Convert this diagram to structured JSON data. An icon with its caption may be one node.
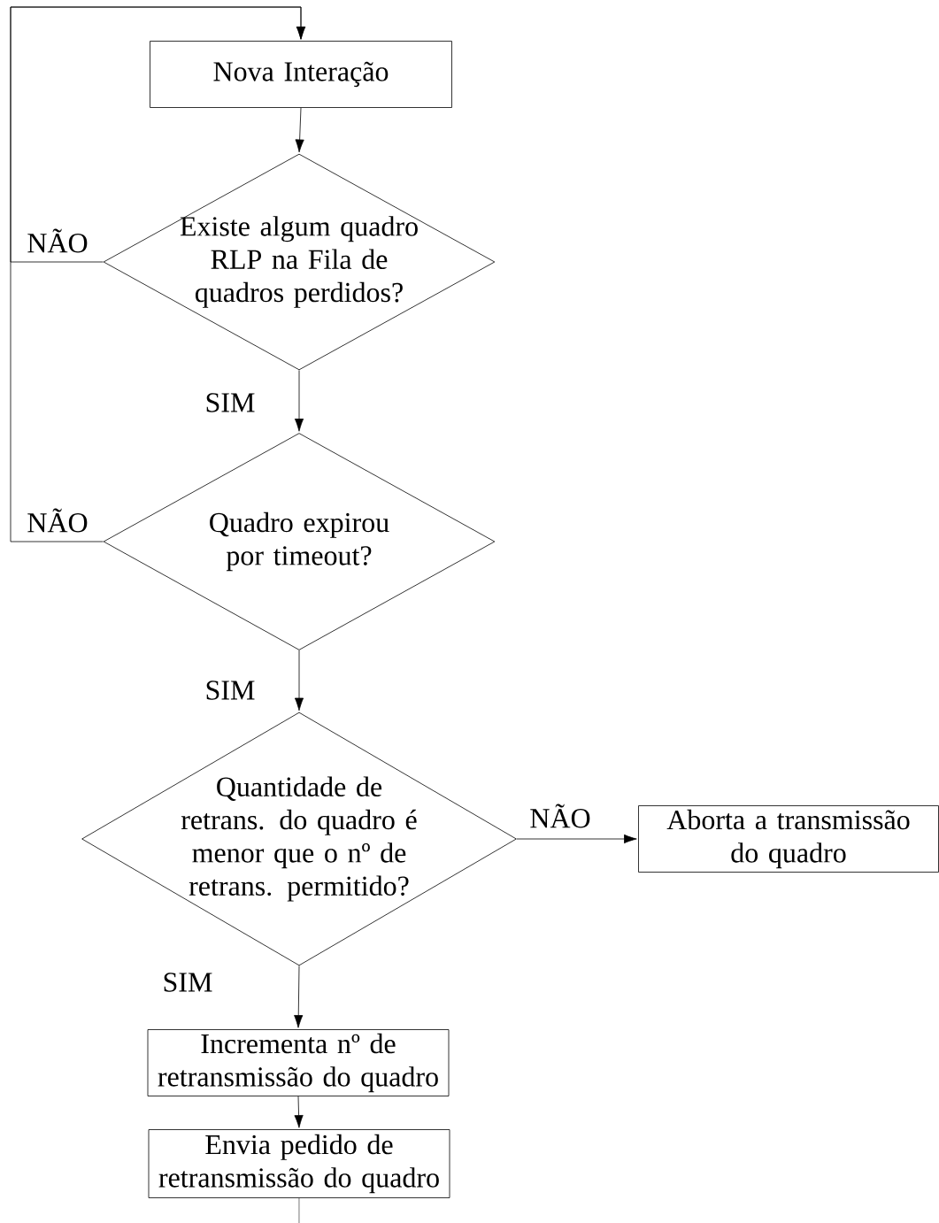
{
  "diagram": {
    "nodes": [
      {
        "text": [
          "Nova Interação"
        ]
      },
      {
        "text": [
          "Existe algum quadro RLP na Fila de quadros perdidos?"
        ]
      },
      {
        "text": [
          "Quadro expirou por timeout?"
        ]
      },
      {
        "text": [
          "Quantidade de retrans. do quadro é menor que o nº de retrans. permitido?"
        ]
      },
      {
        "text": [
          "Aborta a transmissão do quadro"
        ]
      },
      {
        "text": [
          "Incrementa nº de retransmissão do quadro"
        ]
      },
      {
        "text": [
          "Envia pedido de retransmissão do quadro"
        ]
      }
    ],
    "edges": [
      {
        "from": 0,
        "to": 1,
        "arrow": "to"
      },
      {
        "from": 1,
        "to": 2,
        "arrow": "to",
        "label": "SIM"
      },
      {
        "from": 2,
        "to": 3,
        "arrow": "to",
        "label": "SIM"
      },
      {
        "from": 3,
        "to": 4,
        "arrow": "to",
        "label": "NÃO"
      },
      {
        "from": 3,
        "to": 5,
        "arrow": "to",
        "label": "SIM"
      },
      {
        "from": 5,
        "to": 6,
        "arrow": "to"
      },
      {
        "from": 1,
        "to": 0,
        "arrow": "to",
        "label": "NÃO"
      },
      {
        "from": 2,
        "to": 0,
        "arrow": "to",
        "label": "NÃO"
      },
      {
        "from": 6,
        "to": null,
        "arrow": "none"
      }
    ]
  }
}
